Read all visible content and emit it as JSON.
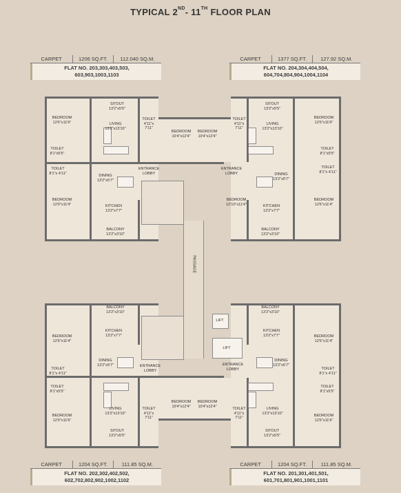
{
  "title": {
    "main": "TYPICAL 2",
    "sup1": "ND",
    "mid": "- 11",
    "sup2": "TH",
    "tail": " FLOOR PLAN"
  },
  "boxes": {
    "tl": {
      "c1": "CARPET",
      "c2": "1206 SQ.FT.",
      "c3": "112.040 SQ.M.",
      "l1": "FLAT NO. 203,303,403,503,",
      "l2": "603,903,1003,1103"
    },
    "tr": {
      "c1": "CARPET",
      "c2": "1377 SQ.FT.",
      "c3": "127.92 SQ.M.",
      "l1": "FLAT NO. 204,304,404,504,",
      "l2": "604,704,804,904,1004,1104"
    },
    "bl": {
      "c1": "CARPET",
      "c2": "1204 SQ.FT.",
      "c3": "111.85 SQ.M.",
      "l1": "FLAT NO. 202,302,402,502,",
      "l2": "602,702,802,902,1002,1102"
    },
    "br": {
      "c1": "CARPET",
      "c2": "1204 SQ.FT.",
      "c3": "111.85 SQ.M.",
      "l1": "FLAT NO. 201,301,401,501,",
      "l2": "601,701,801,901,1001,1101"
    }
  },
  "rooms": {
    "sitout_a": "SITOUT",
    "sitout_a_d": "13'2\"x5'5\"",
    "bedroom_tl1": "BEDROOM",
    "bedroom_tl1_d": "12'6\"x11'6\"",
    "living_a": "LIVING",
    "living_a_d": "13'2\"x13'10\"",
    "toilet_a1": "TOILET",
    "toilet_a1_d": "4'11\"x 7'11\"",
    "bedroom_c1": "BEDROOM",
    "bedroom_c1_d": "10'4\"x12'4\"",
    "bedroom_c2": "BEDROOM",
    "bedroom_c2_d": "10'4\"x12'4\"",
    "toilet_b1": "TOILET",
    "toilet_b1_d": "4'11\"x 7'11\"",
    "sitout_b": "SITOUT",
    "sitout_b_d": "13'2\"x5'5\"",
    "living_b": "LIVING",
    "living_b_d": "13'2\"x13'10\"",
    "bedroom_tr1": "BEDROOM",
    "bedroom_tr1_d": "12'6\"x11'6\"",
    "toilet_l1": "TOILET",
    "toilet_l1_d": "8'1\"x5'5\"",
    "toilet_l2": "TOILET",
    "toilet_l2_d": "8'1\"x 4'11\"",
    "toilet_r1": "TOILET",
    "toilet_r1_d": "8'1\"x5'5\"",
    "toilet_r2": "TOILET",
    "toilet_r2_d": "8'1\"x 4'11\"",
    "dining_a": "DINING",
    "dining_a_d": "13'2\"x5'7\"",
    "entrance_a": "ENTRANCE",
    "entrance_a2": "LOBBY",
    "entrance_b": "ENTRANCE",
    "entrance_b2": "LOBBY",
    "dining_b": "DINING",
    "dining_b_d": "13'2\"x5'7\"",
    "bedroom_tl2": "BEDROOM",
    "bedroom_tl2_d": "12'0\"x11'4\"",
    "kitchen_a": "KITCHEN",
    "kitchen_a_d": "13'2\"x7'7\"",
    "bedroom_tm": "BEDROOM",
    "bedroom_tm_d": "12'10\"x11'4\"",
    "kitchen_b": "KITCHEN",
    "kitchen_b_d": "13'2\"x7'7\"",
    "bedroom_tr2": "BEDROOM",
    "bedroom_tr2_d": "12'6\"x11'4\"",
    "balcony_a": "BALCONY",
    "balcony_a_d": "13'2\"x3'10\"",
    "balcony_b": "BALCONY",
    "balcony_b_d": "13'2\"x3'10\"",
    "passage": "PASSAGE",
    "balcony_c": "BALCONY",
    "balcony_c_d": "13'2\"x3'10\"",
    "balcony_d": "BALCONY",
    "balcony_d_d": "13'2\"x3'10\"",
    "bedroom_bl1": "BEDROOM",
    "bedroom_bl1_d": "12'6\"x11'4\"",
    "kitchen_c": "KITCHEN",
    "kitchen_c_d": "13'2\"x7'7\"",
    "lift1": "LIFT",
    "lift2": "LIFT",
    "kitchen_d": "KITCHEN",
    "kitchen_d_d": "13'2\"x7'7\"",
    "bedroom_br1": "BEDROOM",
    "bedroom_br1_d": "12'6\"x11'4\"",
    "toilet_bl1": "TOILET",
    "toilet_bl1_d": "8'1\"x 4'11\"",
    "dining_c": "DINING",
    "dining_c_d": "13'2\"x5'7\"",
    "entrance_c": "ENTRANCE",
    "entrance_c2": "LOBBY",
    "entrance_d": "ENTRANCE",
    "entrance_d2": "LOBBY",
    "dining_d": "DINING",
    "dining_d_d": "13'2\"x5'7\"",
    "toilet_br1": "TOILET",
    "toilet_br1_d": "8'1\"x 4'11\"",
    "toilet_bl2": "TOILET",
    "toilet_bl2_d": "8'1\"x5'5\"",
    "toilet_br2": "TOILET",
    "toilet_br2_d": "8'1\"x5'5\"",
    "bedroom_bl2": "BEDROOM",
    "bedroom_bl2_d": "12'0\"x11'6\"",
    "living_c": "LIVING",
    "living_c_d": "13'2\"x13'10\"",
    "toilet_c1": "TOILET",
    "toilet_c1_d": "4'11\"x 7'11\"",
    "bedroom_bc1": "BEDROOM",
    "bedroom_bc1_d": "10'4\"x12'4\"",
    "bedroom_bc2": "BEDROOM",
    "bedroom_bc2_d": "10'4\"x12'4\"",
    "toilet_d1": "TOILET",
    "toilet_d1_d": "4'11\"x 7'11\"",
    "living_d": "LIVING",
    "living_d_d": "13'2\"x13'10\"",
    "bedroom_br2": "BEDROOM",
    "bedroom_br2_d": "12'6\"x11'6\"",
    "sitout_c": "SITOUT",
    "sitout_c_d": "13'2\"x5'5\"",
    "sitout_d": "SITOUT",
    "sitout_d_d": "13'2\"x5'5\""
  }
}
